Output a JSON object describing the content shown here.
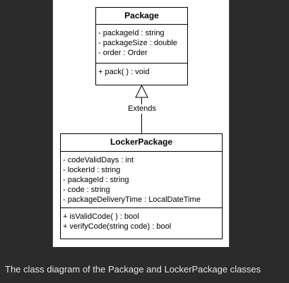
{
  "diagram": {
    "parent_class": {
      "name": "Package",
      "attributes": [
        "- packageId : string",
        "- packageSize : double",
        "- order : Order"
      ],
      "operations": [
        "+ pack( ) : void"
      ]
    },
    "relationship_label": "Extends",
    "child_class": {
      "name": "LockerPackage",
      "attributes": [
        "- codeValidDays : int",
        "- lockerId : string",
        "- packageId : string",
        "- code : string",
        "- packageDeliveryTime : LocalDateTime"
      ],
      "operations": [
        "+ isValidCode( ) : bool",
        "+ verifyCode(string code) : bool"
      ]
    }
  },
  "caption": "The class diagram of the Package and LockerPackage classes"
}
